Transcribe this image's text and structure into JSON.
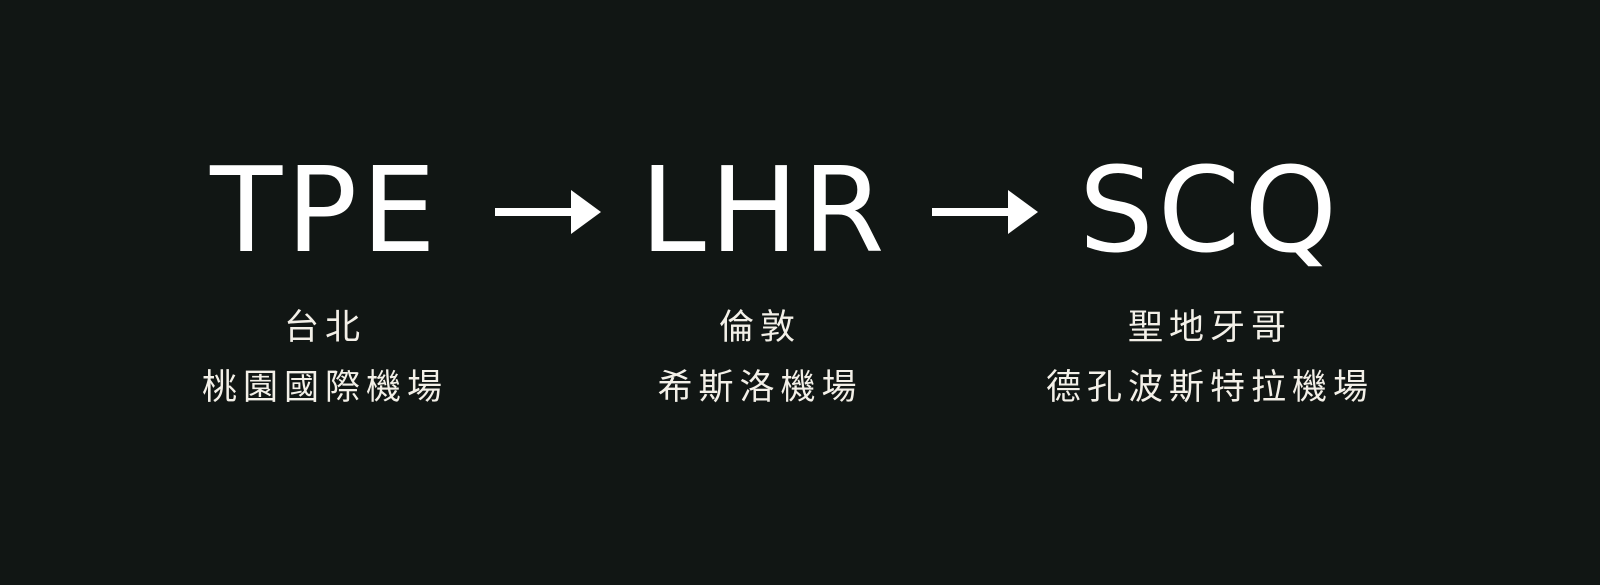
{
  "route": {
    "stops": [
      {
        "code": "TPE",
        "city": "台北",
        "airport": "桃園國際機場"
      },
      {
        "code": "LHR",
        "city": "倫敦",
        "airport": "希斯洛機場"
      },
      {
        "code": "SCQ",
        "city": "聖地牙哥",
        "airport": "德孔波斯特拉機場"
      }
    ],
    "connector_icon": "right-arrow-icon"
  },
  "colors": {
    "background": "#111614",
    "text": "#ffffff",
    "subtext": "#f3f0e8"
  }
}
